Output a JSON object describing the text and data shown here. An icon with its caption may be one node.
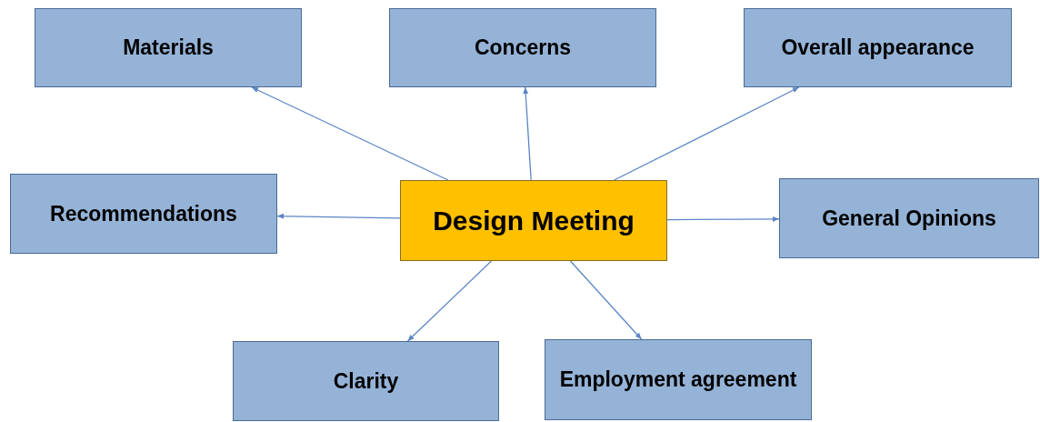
{
  "diagram": {
    "nodes": [
      {
        "text": [
          "Materials"
        ]
      },
      {
        "text": [
          "Concerns"
        ]
      },
      {
        "text": [
          "Overall appearance"
        ]
      },
      {
        "text": [
          "Recommendations"
        ]
      },
      {
        "text": [
          "Design Meeting"
        ]
      },
      {
        "text": [
          "General Opinions"
        ]
      },
      {
        "text": [
          "Clarity"
        ]
      },
      {
        "text": [
          "Employment agreement"
        ]
      }
    ],
    "edges": [
      {
        "from": 4,
        "to": 0,
        "arrow": "to"
      },
      {
        "from": 4,
        "to": 1,
        "arrow": "to"
      },
      {
        "from": 4,
        "to": 2,
        "arrow": "to"
      },
      {
        "from": 4,
        "to": 3,
        "arrow": "to"
      },
      {
        "from": 4,
        "to": 5,
        "arrow": "to"
      },
      {
        "from": 4,
        "to": 6,
        "arrow": "to"
      },
      {
        "from": 4,
        "to": 7,
        "arrow": "to"
      }
    ]
  }
}
